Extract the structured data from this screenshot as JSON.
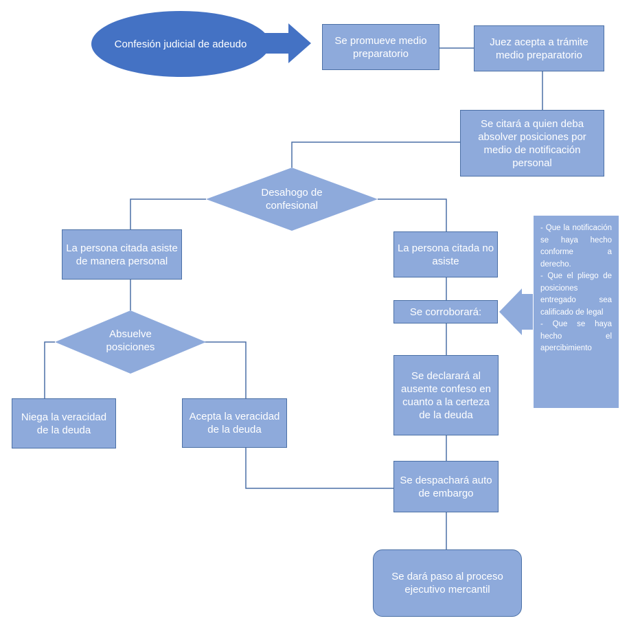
{
  "nodes": {
    "start": "Confesión judicial de adeudo",
    "promueve": "Se promueve medio preparatorio",
    "juez": "Juez acepta a trámite medio preparatorio",
    "citara": "Se citará a quien deba absolver posiciones por medio de notificación personal",
    "desahogo": "Desahogo de confesional",
    "asiste": "La persona citada asiste de manera personal",
    "no_asiste": "La persona citada no asiste",
    "absuelve": "Absuelve posiciones",
    "niega": "Niega la veracidad de la deuda",
    "acepta": "Acepta la veracidad de la deuda",
    "corroborara": "Se corroborará:",
    "declarara": "Se declarará al ausente confeso en cuanto a la certeza de la deuda",
    "despachara": "Se despachará auto de embargo",
    "ejecutivo": "Se dará paso al proceso ejecutivo mercantil"
  },
  "note": {
    "items": [
      "- Que la notificación se haya hecho conforme a derecho.",
      "- Que el pliego de posiciones entregado sea calificado de legal",
      "- Que se haya hecho el apercibimiento"
    ]
  },
  "colors": {
    "box_fill": "#8eaadb",
    "box_border": "#4a6fa5",
    "start_fill": "#4472c4",
    "connector": "#4a6fa5"
  }
}
